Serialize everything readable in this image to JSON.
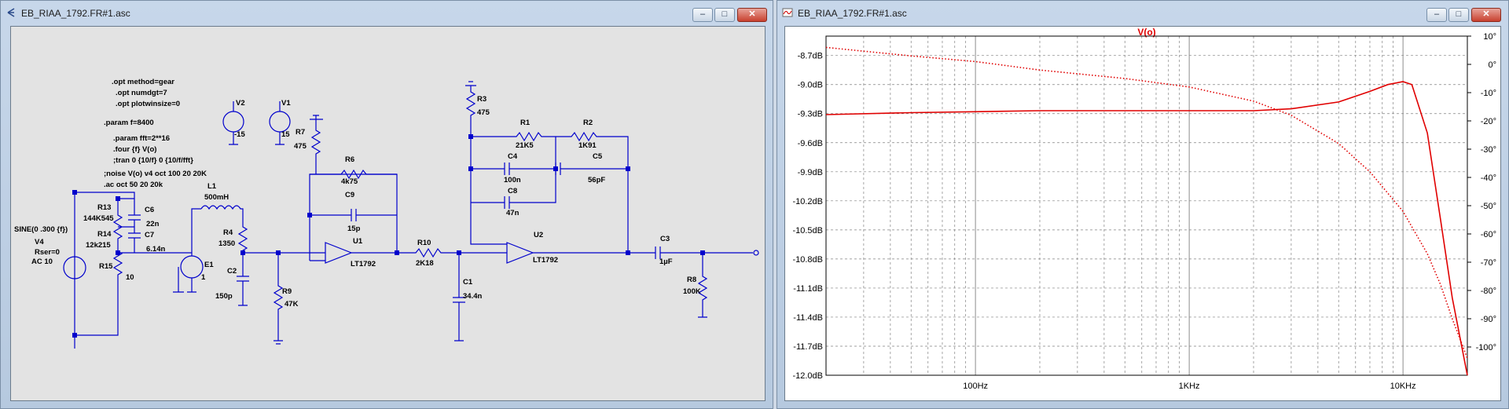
{
  "schematic_window": {
    "title": "EB_RIAA_1792.FR#1.asc",
    "controls": {
      "minimize": "–",
      "maximize": "□",
      "close": "✕"
    },
    "icon": "ltspice-schematic-icon",
    "directives": [
      ".opt method=gear",
      ".opt numdgt=7",
      ".opt plotwinsize=0",
      ".param f=8400",
      ".param fft=2**16",
      ".four {f} V(o)",
      ";tran 0 {10/f} 0 {10/f/fft}",
      ";noise V(o) v4 oct 100 20 20K",
      ".ac oct 50 20 20k"
    ],
    "components": {
      "V4": {
        "name": "V4",
        "lines": [
          "SINE(0 .300 {f})",
          "Rser=0",
          "AC 10"
        ]
      },
      "V2": {
        "name": "V2",
        "value": "-15"
      },
      "V1": {
        "name": "V1",
        "value": "15"
      },
      "R13": {
        "name": "R13",
        "value": "144K545"
      },
      "R14": {
        "name": "R14",
        "value": "12k215"
      },
      "R15": {
        "name": "R15",
        "value": "10"
      },
      "C6": {
        "name": "C6",
        "value": "22n"
      },
      "C7": {
        "name": "C7",
        "value": "6.14n"
      },
      "E1": {
        "name": "E1",
        "value": "1"
      },
      "L1": {
        "name": "L1",
        "value": "500mH"
      },
      "R4": {
        "name": "R4",
        "value": "1350"
      },
      "C2": {
        "name": "C2",
        "value": "150p"
      },
      "R9": {
        "name": "R9",
        "value": "47K"
      },
      "R7": {
        "name": "R7",
        "value": "475"
      },
      "R6": {
        "name": "R6",
        "value": "4k75"
      },
      "C9": {
        "name": "C9",
        "value": "15p"
      },
      "U1": {
        "name": "U1",
        "value": "LT1792"
      },
      "R10": {
        "name": "R10",
        "value": "2K18"
      },
      "C1": {
        "name": "C1",
        "value": "34.4n"
      },
      "R3": {
        "name": "R3",
        "value": "475"
      },
      "R1": {
        "name": "R1",
        "value": "21K5"
      },
      "R2": {
        "name": "R2",
        "value": "1K91"
      },
      "C4": {
        "name": "C4",
        "value": "100n"
      },
      "C5": {
        "name": "C5",
        "value": "56pF"
      },
      "C8": {
        "name": "C8",
        "value": "47n"
      },
      "U2": {
        "name": "U2",
        "value": "LT1792"
      },
      "C3": {
        "name": "C3",
        "value": "1µF"
      },
      "R8": {
        "name": "R8",
        "value": "100K"
      }
    },
    "colors": {
      "wire": "#0000cc",
      "text": "#000000",
      "background": "#e3e3e3"
    }
  },
  "plot_window": {
    "title": "EB_RIAA_1792.FR#1.asc",
    "controls": {
      "minimize": "–",
      "maximize": "□",
      "close": "✕"
    },
    "icon": "waveform-viewer-icon",
    "trace_label": "V(o)",
    "colors": {
      "trace": "#e00000",
      "grid": "#808080",
      "axis": "#000000"
    }
  },
  "chart_data": {
    "type": "line",
    "title": "V(o)",
    "x_scale": "log",
    "xlim": [
      20,
      20000
    ],
    "x_ticks": [
      "100Hz",
      "1KHz",
      "10KHz"
    ],
    "ylim": [
      -12.0,
      -8.5
    ],
    "y_ticks": [
      "-8.7dB",
      "-9.0dB",
      "-9.3dB",
      "-9.6dB",
      "-9.9dB",
      "-10.2dB",
      "-10.5dB",
      "-10.8dB",
      "-11.1dB",
      "-11.4dB",
      "-11.7dB",
      "-12.0dB"
    ],
    "y2lim": [
      -110,
      10
    ],
    "y2_ticks": [
      "10°",
      "0°",
      "-10°",
      "-20°",
      "-30°",
      "-40°",
      "-50°",
      "-60°",
      "-70°",
      "-80°",
      "-90°",
      "-100°"
    ],
    "grid": true,
    "series": [
      {
        "style": "solid",
        "axis": "left",
        "x": [
          20,
          50,
          100,
          200,
          500,
          1000,
          2000,
          3000,
          5000,
          7000,
          8500,
          10000,
          11000,
          13000,
          15000,
          17000,
          20000
        ],
        "y": [
          -9.31,
          -9.29,
          -9.28,
          -9.27,
          -9.27,
          -9.27,
          -9.27,
          -9.25,
          -9.18,
          -9.07,
          -9.0,
          -8.97,
          -9.0,
          -9.5,
          -10.4,
          -11.2,
          -12.0
        ]
      },
      {
        "style": "dotted",
        "axis": "right",
        "x": [
          20,
          50,
          100,
          200,
          500,
          1000,
          2000,
          3000,
          5000,
          7000,
          10000,
          13000,
          15000,
          17000,
          20000
        ],
        "y": [
          6,
          3,
          1,
          -2,
          -5,
          -8,
          -13,
          -18,
          -28,
          -38,
          -52,
          -67,
          -78,
          -90,
          -104
        ]
      }
    ]
  }
}
